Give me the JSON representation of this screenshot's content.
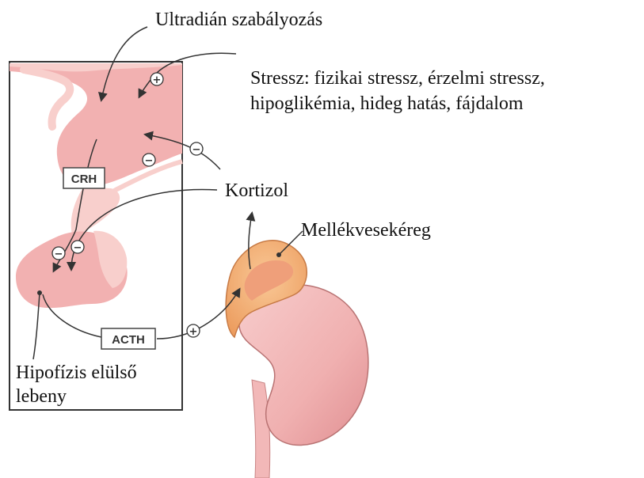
{
  "labels": {
    "ultradian": "Ultradián szabályozás",
    "stress_line1": "Stressz: fizikai stressz, érzelmi stressz,",
    "stress_line2": "hipoglikémia, hideg hatás, fájdalom",
    "cortisol": "Kortizol",
    "adrenal_cortex": "Mellékvesekéreg",
    "pituitary_line1": "Hipofízis elülső",
    "pituitary_line2": "lebeny"
  },
  "hormone_boxes": {
    "crh": "CRH",
    "acth": "ACTH"
  },
  "signs": {
    "plus": "+",
    "minus": "−"
  },
  "colors": {
    "tissue_dark": "#f2b1b1",
    "tissue_light": "#f8cfcc",
    "adrenal_orange": "#f4b27a",
    "adrenal_inner": "#ef9f7a",
    "kidney": "#f2b8b8",
    "kidney_shade": "#e79a9a",
    "arrow": "#333333"
  }
}
